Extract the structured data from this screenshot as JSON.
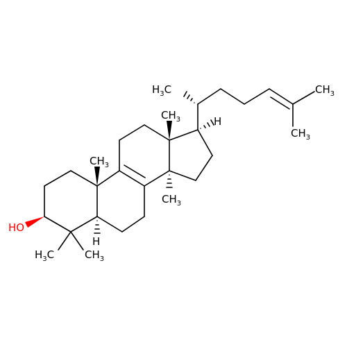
{
  "molecule": {
    "atoms": {
      "c4_me_left": {
        "main": "H",
        "sub": "3",
        "tail": "C"
      },
      "c4_me_right": {
        "main": "CH",
        "sub": "3",
        "tail": ""
      },
      "c10_me": {
        "main": "CH",
        "sub": "3",
        "tail": ""
      },
      "c13_me": {
        "main": "CH",
        "sub": "3",
        "tail": ""
      },
      "c14_me": {
        "main": "CH",
        "sub": "3",
        "tail": ""
      },
      "c20_me": {
        "main": "H",
        "sub": "3",
        "tail": "C"
      },
      "c26_me": {
        "main": "CH",
        "sub": "3",
        "tail": ""
      },
      "c27_me": {
        "main": "CH",
        "sub": "3",
        "tail": ""
      },
      "hydroxyl": {
        "main": "HO",
        "sub": "",
        "tail": ""
      },
      "c5_h": {
        "main": "H",
        "sub": "",
        "tail": ""
      },
      "c17_h": {
        "main": "H",
        "sub": "",
        "tail": ""
      }
    },
    "colors": {
      "bond": "#000000",
      "oxygen": "#ff0000",
      "background": "#ffffff"
    }
  }
}
